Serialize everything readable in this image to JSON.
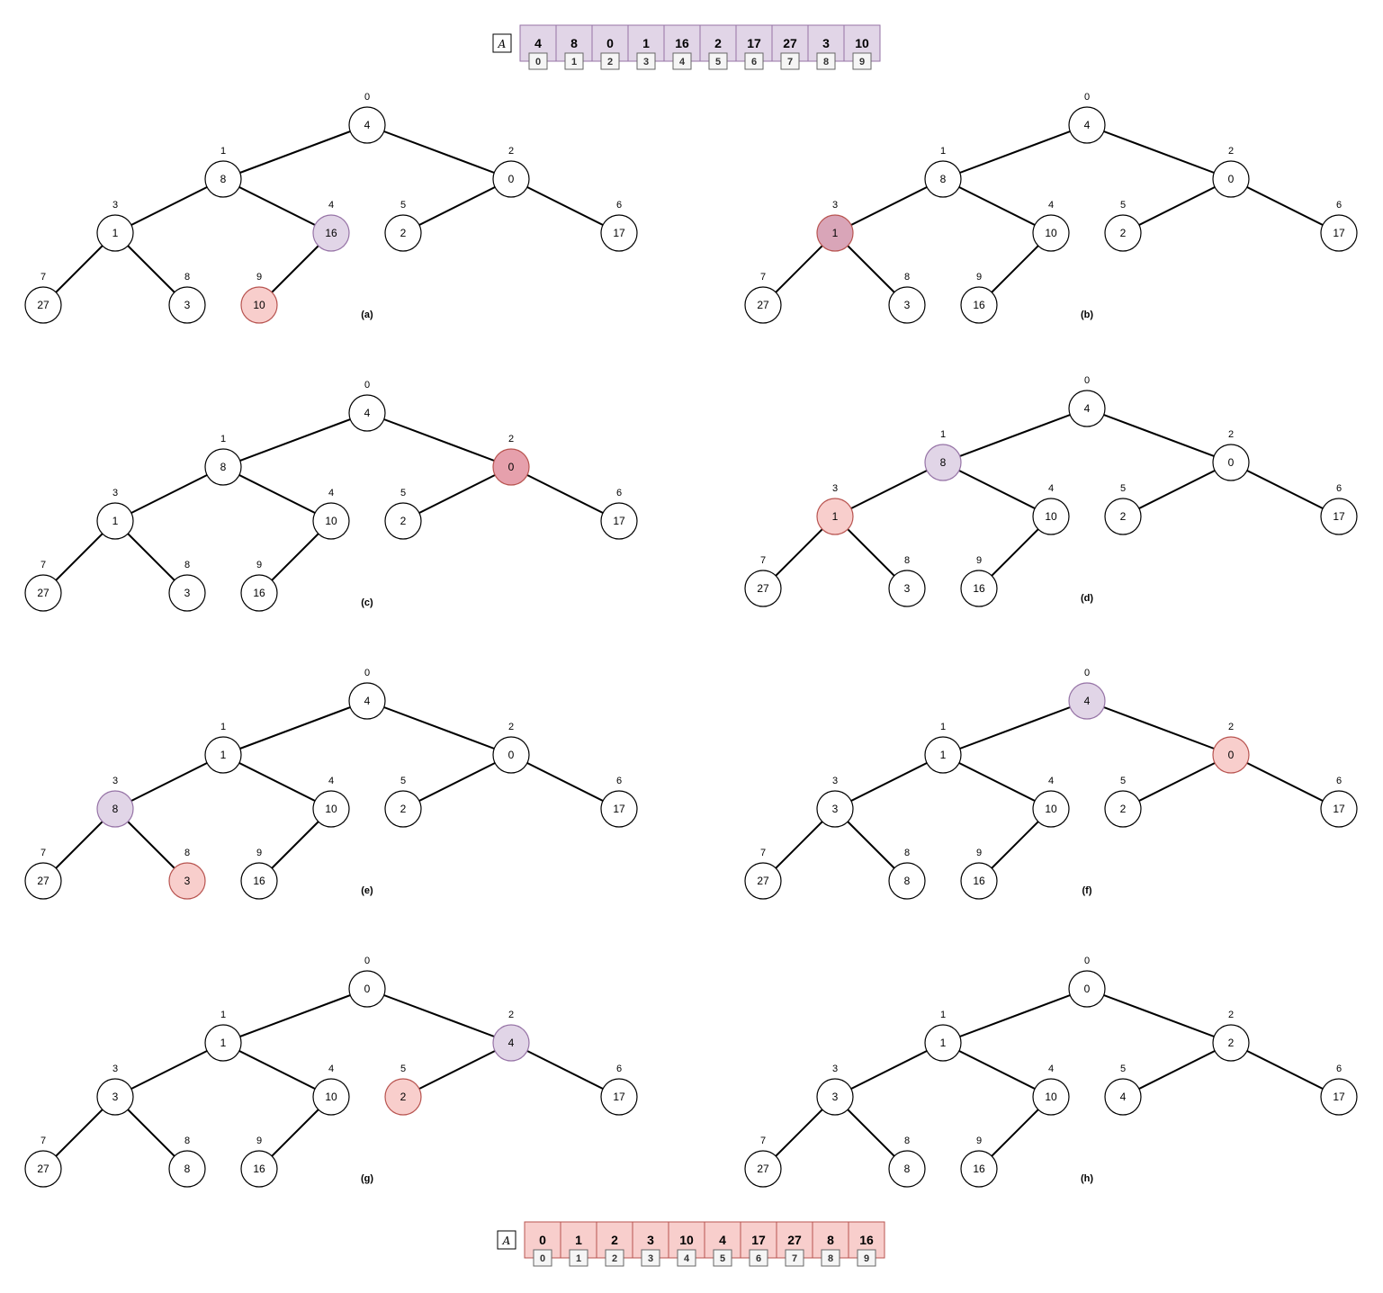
{
  "array_top": {
    "label": "A",
    "values": [
      "4",
      "8",
      "0",
      "1",
      "16",
      "2",
      "17",
      "27",
      "3",
      "10"
    ],
    "indices": [
      "0",
      "1",
      "2",
      "3",
      "4",
      "5",
      "6",
      "7",
      "8",
      "9"
    ],
    "fill": "#e1d5e7"
  },
  "array_bottom": {
    "label": "A",
    "values": [
      "0",
      "1",
      "2",
      "3",
      "10",
      "4",
      "17",
      "27",
      "8",
      "16"
    ],
    "indices": [
      "0",
      "1",
      "2",
      "3",
      "4",
      "5",
      "6",
      "7",
      "8",
      "9"
    ],
    "fill": "#f8cecc"
  },
  "colors": {
    "purple": "#e1d5e7",
    "red": "#f8cecc",
    "darkpink": "#e6a0ac",
    "mauve": "#d9a5b8"
  },
  "trees": [
    {
      "caption": "(a)",
      "nodes": [
        {
          "index": "0",
          "value": "4",
          "state": "plain"
        },
        {
          "index": "1",
          "value": "8",
          "state": "plain"
        },
        {
          "index": "2",
          "value": "0",
          "state": "plain"
        },
        {
          "index": "3",
          "value": "1",
          "state": "plain"
        },
        {
          "index": "4",
          "value": "16",
          "state": "purple"
        },
        {
          "index": "5",
          "value": "2",
          "state": "plain"
        },
        {
          "index": "6",
          "value": "17",
          "state": "plain"
        },
        {
          "index": "7",
          "value": "27",
          "state": "plain"
        },
        {
          "index": "8",
          "value": "3",
          "state": "plain"
        },
        {
          "index": "9",
          "value": "10",
          "state": "red"
        }
      ]
    },
    {
      "caption": "(b)",
      "nodes": [
        {
          "index": "0",
          "value": "4",
          "state": "plain"
        },
        {
          "index": "1",
          "value": "8",
          "state": "plain"
        },
        {
          "index": "2",
          "value": "0",
          "state": "plain"
        },
        {
          "index": "3",
          "value": "1",
          "state": "mauve"
        },
        {
          "index": "4",
          "value": "10",
          "state": "plain"
        },
        {
          "index": "5",
          "value": "2",
          "state": "plain"
        },
        {
          "index": "6",
          "value": "17",
          "state": "plain"
        },
        {
          "index": "7",
          "value": "27",
          "state": "plain"
        },
        {
          "index": "8",
          "value": "3",
          "state": "plain"
        },
        {
          "index": "9",
          "value": "16",
          "state": "plain"
        }
      ]
    },
    {
      "caption": "(c)",
      "nodes": [
        {
          "index": "0",
          "value": "4",
          "state": "plain"
        },
        {
          "index": "1",
          "value": "8",
          "state": "plain"
        },
        {
          "index": "2",
          "value": "0",
          "state": "darkpink"
        },
        {
          "index": "3",
          "value": "1",
          "state": "plain"
        },
        {
          "index": "4",
          "value": "10",
          "state": "plain"
        },
        {
          "index": "5",
          "value": "2",
          "state": "plain"
        },
        {
          "index": "6",
          "value": "17",
          "state": "plain"
        },
        {
          "index": "7",
          "value": "27",
          "state": "plain"
        },
        {
          "index": "8",
          "value": "3",
          "state": "plain"
        },
        {
          "index": "9",
          "value": "16",
          "state": "plain"
        }
      ]
    },
    {
      "caption": "(d)",
      "nodes": [
        {
          "index": "0",
          "value": "4",
          "state": "plain"
        },
        {
          "index": "1",
          "value": "8",
          "state": "purple"
        },
        {
          "index": "2",
          "value": "0",
          "state": "plain"
        },
        {
          "index": "3",
          "value": "1",
          "state": "red"
        },
        {
          "index": "4",
          "value": "10",
          "state": "plain"
        },
        {
          "index": "5",
          "value": "2",
          "state": "plain"
        },
        {
          "index": "6",
          "value": "17",
          "state": "plain"
        },
        {
          "index": "7",
          "value": "27",
          "state": "plain"
        },
        {
          "index": "8",
          "value": "3",
          "state": "plain"
        },
        {
          "index": "9",
          "value": "16",
          "state": "plain"
        }
      ]
    },
    {
      "caption": "(e)",
      "nodes": [
        {
          "index": "0",
          "value": "4",
          "state": "plain"
        },
        {
          "index": "1",
          "value": "1",
          "state": "plain"
        },
        {
          "index": "2",
          "value": "0",
          "state": "plain"
        },
        {
          "index": "3",
          "value": "8",
          "state": "purple"
        },
        {
          "index": "4",
          "value": "10",
          "state": "plain"
        },
        {
          "index": "5",
          "value": "2",
          "state": "plain"
        },
        {
          "index": "6",
          "value": "17",
          "state": "plain"
        },
        {
          "index": "7",
          "value": "27",
          "state": "plain"
        },
        {
          "index": "8",
          "value": "3",
          "state": "red"
        },
        {
          "index": "9",
          "value": "16",
          "state": "plain"
        }
      ]
    },
    {
      "caption": "(f)",
      "nodes": [
        {
          "index": "0",
          "value": "4",
          "state": "purple"
        },
        {
          "index": "1",
          "value": "1",
          "state": "plain"
        },
        {
          "index": "2",
          "value": "0",
          "state": "red"
        },
        {
          "index": "3",
          "value": "3",
          "state": "plain"
        },
        {
          "index": "4",
          "value": "10",
          "state": "plain"
        },
        {
          "index": "5",
          "value": "2",
          "state": "plain"
        },
        {
          "index": "6",
          "value": "17",
          "state": "plain"
        },
        {
          "index": "7",
          "value": "27",
          "state": "plain"
        },
        {
          "index": "8",
          "value": "8",
          "state": "plain"
        },
        {
          "index": "9",
          "value": "16",
          "state": "plain"
        }
      ]
    },
    {
      "caption": "(g)",
      "nodes": [
        {
          "index": "0",
          "value": "0",
          "state": "plain"
        },
        {
          "index": "1",
          "value": "1",
          "state": "plain"
        },
        {
          "index": "2",
          "value": "4",
          "state": "purple"
        },
        {
          "index": "3",
          "value": "3",
          "state": "plain"
        },
        {
          "index": "4",
          "value": "10",
          "state": "plain"
        },
        {
          "index": "5",
          "value": "2",
          "state": "red"
        },
        {
          "index": "6",
          "value": "17",
          "state": "plain"
        },
        {
          "index": "7",
          "value": "27",
          "state": "plain"
        },
        {
          "index": "8",
          "value": "8",
          "state": "plain"
        },
        {
          "index": "9",
          "value": "16",
          "state": "plain"
        }
      ]
    },
    {
      "caption": "(h)",
      "nodes": [
        {
          "index": "0",
          "value": "0",
          "state": "plain"
        },
        {
          "index": "1",
          "value": "1",
          "state": "plain"
        },
        {
          "index": "2",
          "value": "2",
          "state": "plain"
        },
        {
          "index": "3",
          "value": "3",
          "state": "plain"
        },
        {
          "index": "4",
          "value": "10",
          "state": "plain"
        },
        {
          "index": "5",
          "value": "4",
          "state": "plain"
        },
        {
          "index": "6",
          "value": "17",
          "state": "plain"
        },
        {
          "index": "7",
          "value": "27",
          "state": "plain"
        },
        {
          "index": "8",
          "value": "8",
          "state": "plain"
        },
        {
          "index": "9",
          "value": "16",
          "state": "plain"
        }
      ]
    }
  ]
}
